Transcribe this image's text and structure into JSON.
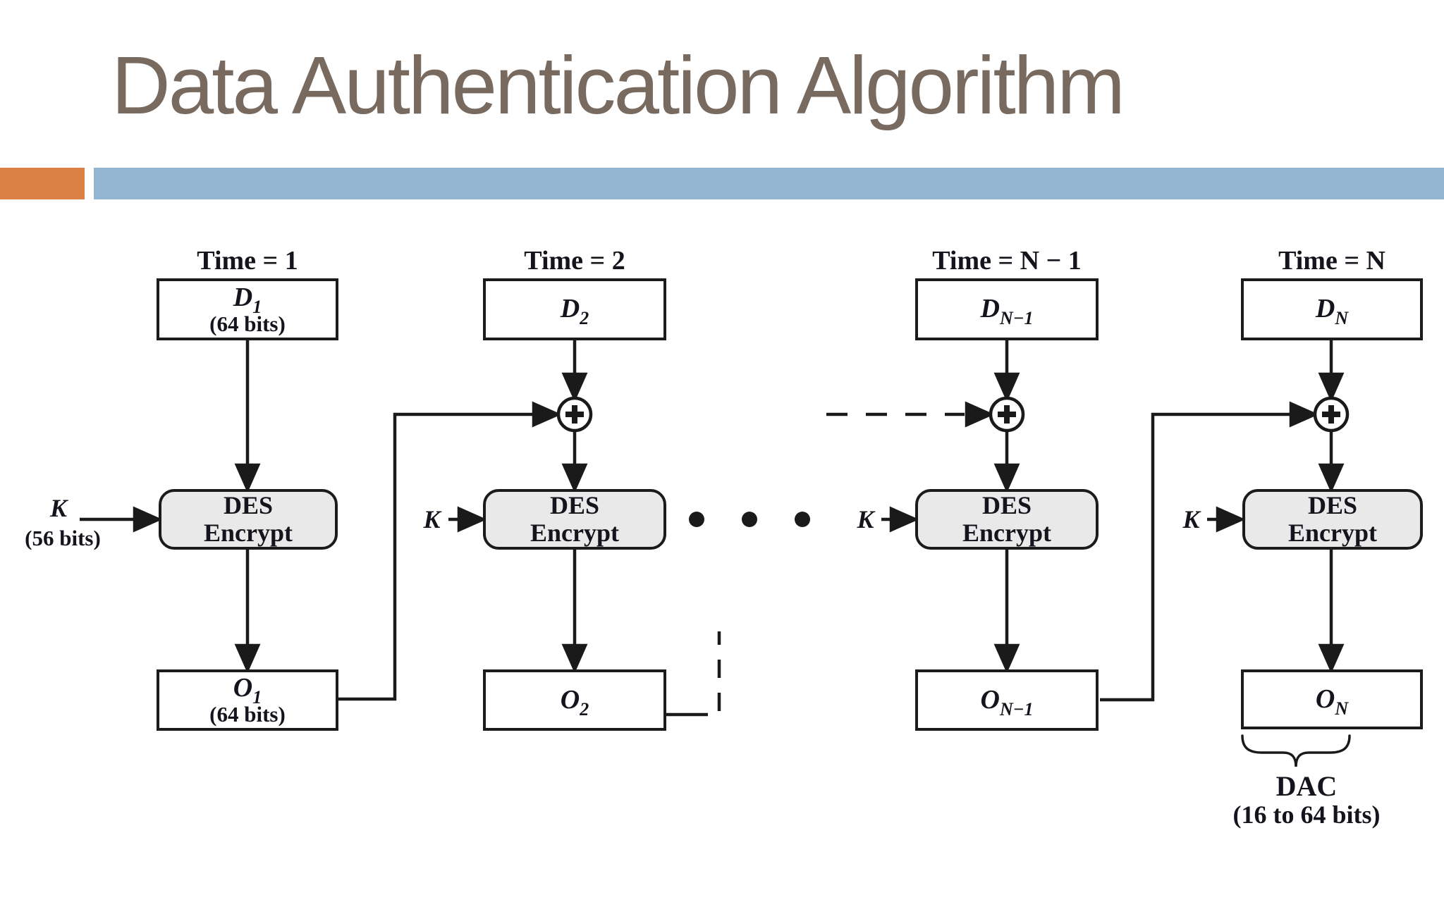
{
  "slide": {
    "title": "Data Authentication Algorithm",
    "accent_colors": {
      "orange": "#dc8145",
      "blue": "#92b5d1",
      "title_text": "#796a5f"
    }
  },
  "diagram": {
    "columns": [
      {
        "time_label": "Time = 1",
        "d_main": "D",
        "d_sub": "1",
        "d_note": "(64 bits)",
        "k_label": "K",
        "k_note": "(56 bits)",
        "des_line1": "DES",
        "des_line2": "Encrypt",
        "o_main": "O",
        "o_sub": "1",
        "o_note": "(64 bits)"
      },
      {
        "time_label": "Time = 2",
        "d_main": "D",
        "d_sub": "2",
        "k_label": "K",
        "des_line1": "DES",
        "des_line2": "Encrypt",
        "o_main": "O",
        "o_sub": "2"
      },
      {
        "time_label": "Time = N − 1",
        "d_main": "D",
        "d_sub": "N−1",
        "k_label": "K",
        "des_line1": "DES",
        "des_line2": "Encrypt",
        "o_main": "O",
        "o_sub": "N−1"
      },
      {
        "time_label": "Time = N",
        "d_main": "D",
        "d_sub": "N",
        "k_label": "K",
        "des_line1": "DES",
        "des_line2": "Encrypt",
        "o_main": "O",
        "o_sub": "N"
      }
    ],
    "dac_label": "DAC",
    "dac_note": "(16 to 64 bits)"
  }
}
